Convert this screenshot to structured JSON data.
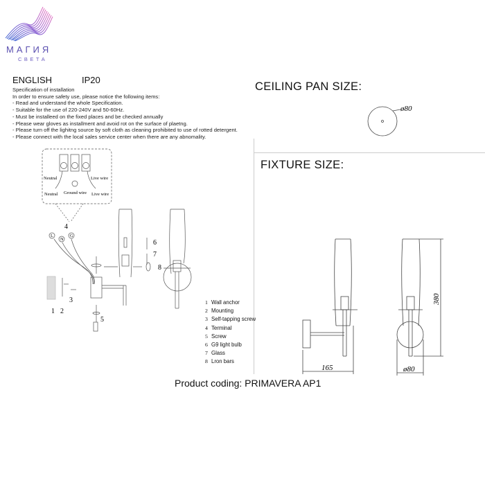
{
  "brand": {
    "line1": "МАГИЯ",
    "line2": "СВЕТА"
  },
  "header": {
    "language": "ENGLISH",
    "ip_rating": "IP20"
  },
  "specification": {
    "title": "Specification of installation",
    "intro": "In order to ensure safety use, please notice the following items:",
    "items": [
      "- Read and understand the whole Specification.",
      "- Suitable for the use of 220-240V and 50-60Hz.",
      "- Must be installeed on the fixed places and be checked annually",
      "- Please wear gloves as installment and avoid rot on the surface of plaetng.",
      "- Please turn off the lighitng source by soft cloth as cleaning prohibited to use of rotted detergent.",
      "- Please connect with the local sales service center when there are any abnomality."
    ]
  },
  "ceiling_pan": {
    "title": "CEILING PAN SIZE:",
    "diameter": "ø80"
  },
  "fixture": {
    "title": "FIXTURE SIZE:",
    "depth": "165",
    "height": "380",
    "diameter": "ø80"
  },
  "wiring": {
    "neutral_top": "Neutral",
    "live_top": "Live wire",
    "neutral_bottom": "Neutral",
    "ground": "Ground wire",
    "live_bottom": "Live wire",
    "terminal_letters": [
      "L",
      "N",
      "G"
    ],
    "callout_numbers": [
      "1",
      "2",
      "3",
      "4",
      "5",
      "6",
      "7",
      "8"
    ]
  },
  "legend": [
    {
      "n": "1",
      "label": "Wall anchor"
    },
    {
      "n": "2",
      "label": "Mounting"
    },
    {
      "n": "3",
      "label": "Self-tapping screw"
    },
    {
      "n": "4",
      "label": "Terminal"
    },
    {
      "n": "5",
      "label": "Screw"
    },
    {
      "n": "6",
      "label": "G9 light bulb"
    },
    {
      "n": "7",
      "label": "Glass"
    },
    {
      "n": "8",
      "label": "Lron bars"
    }
  ],
  "product_coding": "Product coding: PRIMAVERA AP1"
}
